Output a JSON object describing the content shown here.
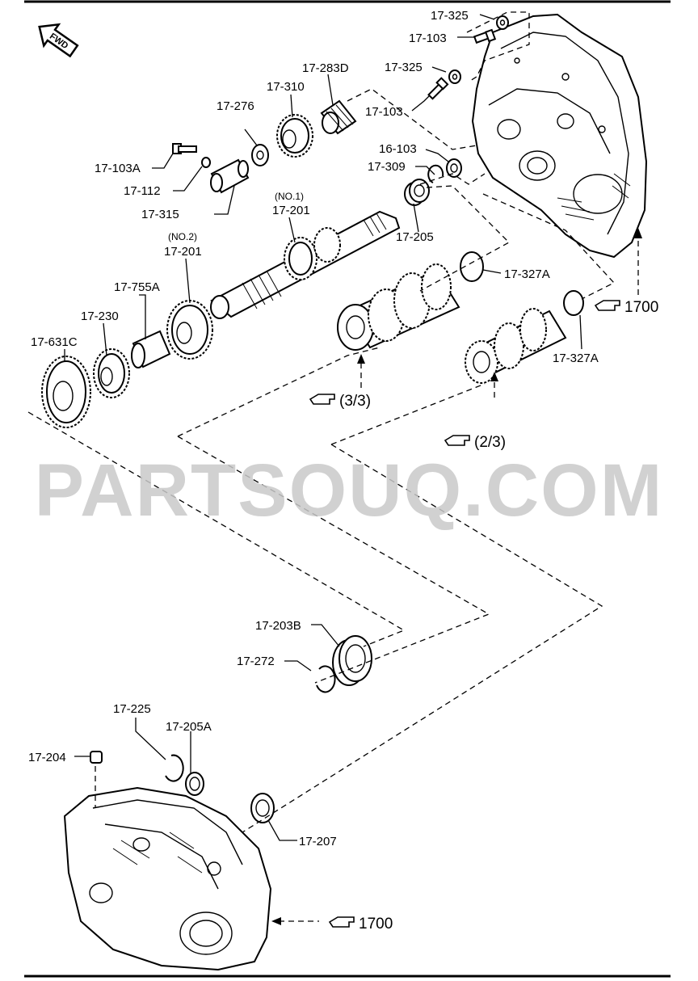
{
  "direction_badge": "FWD",
  "watermark": "PARTSOUQ.COM",
  "labels": {
    "p17_325_top": "17-325",
    "p17_103_top": "17-103",
    "p17_325_mid": "17-325",
    "p17_103_mid": "17-103",
    "p17_283D": "17-283D",
    "p17_310": "17-310",
    "p17_276": "17-276",
    "p17_103A": "17-103A",
    "p17_112": "17-112",
    "p17_315": "17-315",
    "p16_103": "16-103",
    "p17_309": "17-309",
    "no1": "(NO.1)",
    "p17_201_no1": "17-201",
    "p17_205": "17-205",
    "no2": "(NO.2)",
    "p17_201_no2": "17-201",
    "p17_755A": "17-755A",
    "p17_230": "17-230",
    "p17_631C": "17-631C",
    "p17_327A_top": "17-327A",
    "p17_327A_bot": "17-327A",
    "p17_203B": "17-203B",
    "p17_272": "17-272",
    "p17_225": "17-225",
    "p17_205A": "17-205A",
    "p17_204": "17-204",
    "p17_207": "17-207"
  },
  "refs": {
    "ref_1700_top": "1700",
    "ref_3_3": "(3/3)",
    "ref_2_3": "(2/3)",
    "ref_1700_bottom": "1700"
  },
  "icons": {
    "pointer": "pointing-hand-icon",
    "direction": "fwd-arrow-icon"
  }
}
